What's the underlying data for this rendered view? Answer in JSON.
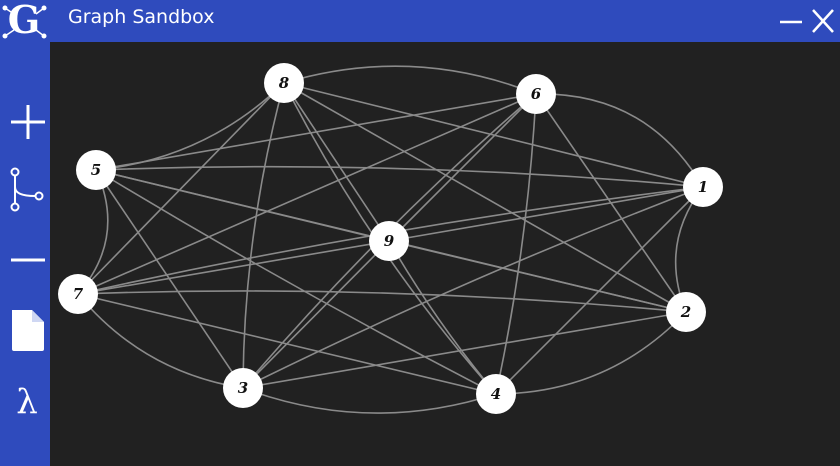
{
  "window": {
    "title": "Graph Sandbox",
    "logo_letter": "G",
    "minimize_icon": "minimize-icon",
    "close_icon": "close-icon"
  },
  "colors": {
    "titlebar": "#2f4bbd",
    "canvas_bg": "#212121",
    "edge": "#8a8a8a",
    "node_fill": "#ffffff",
    "label": "#111111"
  },
  "toolbar": [
    {
      "name": "add-node-button",
      "icon": "plus-icon"
    },
    {
      "name": "add-edge-button",
      "icon": "branch-icon"
    },
    {
      "name": "remove-button",
      "icon": "minus-icon"
    },
    {
      "name": "file-button",
      "icon": "file-icon"
    },
    {
      "name": "lambda-button",
      "icon": "lambda-icon",
      "label": "λ"
    }
  ],
  "graph": {
    "nodes": [
      {
        "id": "1",
        "label": "1"
      },
      {
        "id": "2",
        "label": "2"
      },
      {
        "id": "3",
        "label": "3"
      },
      {
        "id": "4",
        "label": "4"
      },
      {
        "id": "5",
        "label": "5"
      },
      {
        "id": "6",
        "label": "6"
      },
      {
        "id": "7",
        "label": "7"
      },
      {
        "id": "8",
        "label": "8"
      },
      {
        "id": "9",
        "label": "9"
      }
    ],
    "edges": [
      [
        "8",
        "6"
      ],
      [
        "8",
        "5"
      ],
      [
        "8",
        "7"
      ],
      [
        "8",
        "3"
      ],
      [
        "8",
        "9"
      ],
      [
        "8",
        "4"
      ],
      [
        "8",
        "2"
      ],
      [
        "8",
        "1"
      ],
      [
        "6",
        "5"
      ],
      [
        "6",
        "7"
      ],
      [
        "6",
        "3"
      ],
      [
        "6",
        "9"
      ],
      [
        "6",
        "4"
      ],
      [
        "6",
        "2"
      ],
      [
        "6",
        "1"
      ],
      [
        "5",
        "7"
      ],
      [
        "5",
        "9"
      ],
      [
        "5",
        "1"
      ],
      [
        "5",
        "2"
      ],
      [
        "5",
        "3"
      ],
      [
        "5",
        "4"
      ],
      [
        "7",
        "9"
      ],
      [
        "7",
        "1"
      ],
      [
        "7",
        "2"
      ],
      [
        "7",
        "3"
      ],
      [
        "7",
        "4"
      ],
      [
        "9",
        "1"
      ],
      [
        "9",
        "3"
      ],
      [
        "9",
        "4"
      ],
      [
        "9",
        "2"
      ],
      [
        "1",
        "3"
      ],
      [
        "1",
        "4"
      ],
      [
        "1",
        "2"
      ],
      [
        "2",
        "3"
      ],
      [
        "2",
        "4"
      ],
      [
        "3",
        "4"
      ]
    ]
  }
}
